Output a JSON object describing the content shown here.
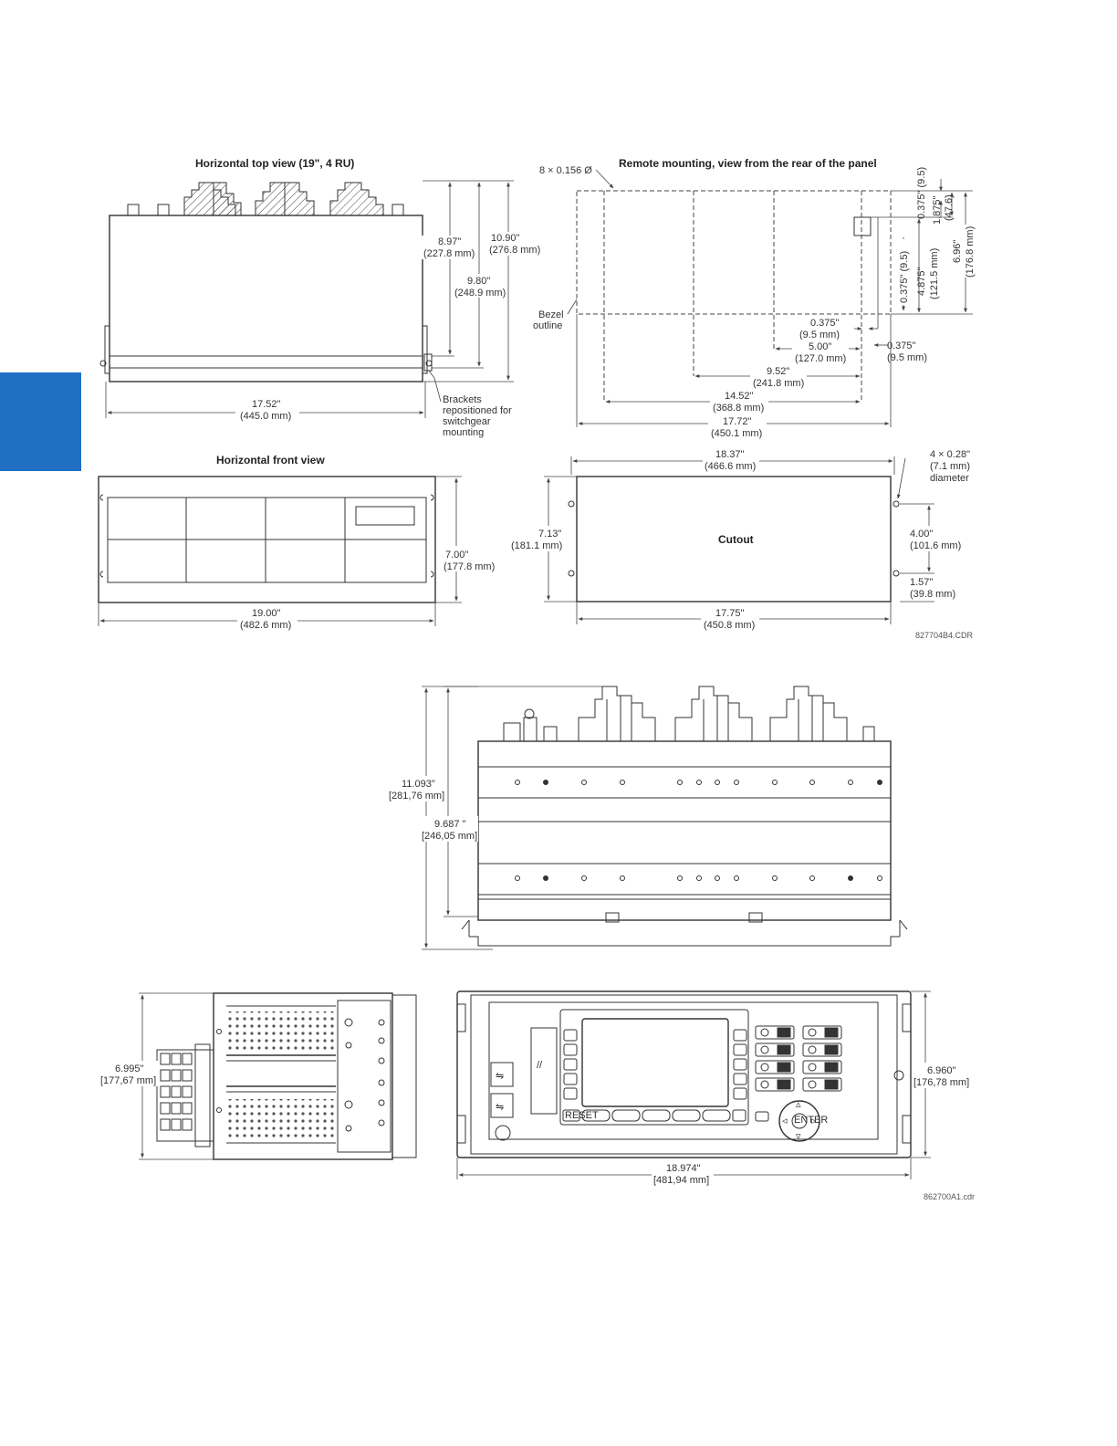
{
  "side_tab": {
    "color": "#1f6fc4"
  },
  "top_drawing": {
    "top_view": {
      "title": "Horizontal top view (19\", 4 RU)",
      "dim_897": "8.97\"",
      "dim_897_mm": "(227.8 mm)",
      "dim_1090": "10.90\"",
      "dim_1090_mm": "(276.8 mm)",
      "dim_980": "9.80\"",
      "dim_980_mm": "(248.9 mm)",
      "dim_1752": "17.52\"",
      "dim_1752_mm": "(445.0 mm)",
      "brackets_1": "Brackets",
      "brackets_2": "repositioned for",
      "brackets_3": "switchgear",
      "brackets_4": "mounting"
    },
    "rear_view": {
      "holes": "8 × 0.156 Ø",
      "title": "Remote mounting, view from the rear of the panel",
      "bezel_1": "Bezel",
      "bezel_2": "outline",
      "v_0375": "0.375\" (9.5)",
      "v_1875": "1.875\"",
      "v_476": "(47.6)",
      "v_0375b": "0.375\" (9.5)",
      "v_4875": "4.875\"",
      "v_1215": "(121.5 mm)",
      "v_696": "6.96\"",
      "v_1768": "(176.8 mm)",
      "h_0375": "0.375\"",
      "h_0375_mm": "(9.5 mm)",
      "h_500": "5.00\"",
      "h_500_mm": "(127.0 mm)",
      "h_0375r": "0.375\"",
      "h_0375r_mm": "(9.5 mm)",
      "h_952": "9.52\"",
      "h_952_mm": "(241.8 mm)",
      "h_1452": "14.52\"",
      "h_1452_mm": "(368.8 mm)",
      "h_1772": "17.72\"",
      "h_1772_mm": "(450.1 mm)"
    },
    "front_view": {
      "title": "Horizontal front view",
      "dim_700": "7.00\"",
      "dim_700_mm": "(177.8 mm)",
      "dim_1900": "19.00\"",
      "dim_1900_mm": "(482.6 mm)"
    },
    "cutout": {
      "label": "Cutout",
      "dim_1837": "18.37\"",
      "dim_1837_mm": "(466.6 mm)",
      "holes_1": "4 × 0.28\"",
      "holes_2": "(7.1 mm)",
      "holes_3": "diameter",
      "dim_713": "7.13\"",
      "dim_713_mm": "(181.1 mm)",
      "dim_400": "4.00\"",
      "dim_400_mm": "(101.6 mm)",
      "dim_157": "1.57\"",
      "dim_157_mm": "(39.8 mm)",
      "dim_1775": "17.75\"",
      "dim_1775_mm": "(450.8 mm)"
    },
    "code": "827704B4.CDR"
  },
  "bottom_drawing": {
    "top_view": {
      "dim_11093": "11.093\"",
      "dim_11093_mm": "[281,76 mm]",
      "dim_9687": "9.687 \"",
      "dim_9687_mm": "[246,05 mm]"
    },
    "side_view": {
      "dim_6995": "6.995\"",
      "dim_6995_mm": "[177,67 mm]"
    },
    "front_view": {
      "dim_6960": "6.960\"",
      "dim_6960_mm": "[176,78 mm]",
      "dim_18974": "18.974\"",
      "dim_18974_mm": "[481,94 mm]",
      "reset_label": "RESET",
      "enter_label": "ENTER"
    },
    "code": "862700A1.cdr"
  }
}
